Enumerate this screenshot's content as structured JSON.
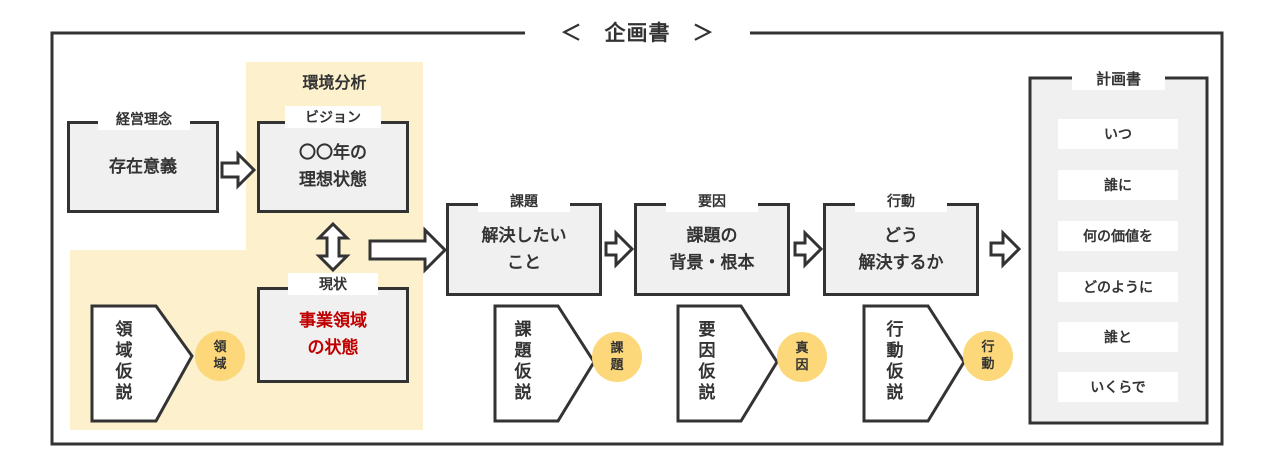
{
  "title": "＜　企画書　＞",
  "environment_label": "環境分析",
  "boxes": {
    "philosophy": {
      "tab": "経営理念",
      "body": "存在意義"
    },
    "vision": {
      "tab": "ビジョン",
      "body": "〇〇年の\n理想状態"
    },
    "current": {
      "tab": "現状",
      "body": "事業領域\nの状態"
    },
    "issue": {
      "tab": "課題",
      "body": "解決したい\nこと"
    },
    "cause": {
      "tab": "要因",
      "body": "課題の\n背景・根本"
    },
    "action": {
      "tab": "行動",
      "body": "どう\n解決するか"
    }
  },
  "hypotheses": [
    {
      "text": "領\n域\n仮\n説",
      "badge": "領\n域"
    },
    {
      "text": "課\n題\n仮\n説",
      "badge": "課\n題"
    },
    {
      "text": "要\n因\n仮\n説",
      "badge": "真\n因"
    },
    {
      "text": "行\n動\n仮\n説",
      "badge": "行\n動"
    }
  ],
  "plan": {
    "title": "計画書",
    "items": [
      "いつ",
      "誰に",
      "何の価値を",
      "どのように",
      "誰と",
      "いくらで"
    ]
  },
  "colors": {
    "stroke": "#333333",
    "box_fill": "#f0f0f0",
    "environment_fill": "#fdf0cc",
    "badge_fill": "#fcd87a",
    "highlight_text": "#c00000"
  }
}
